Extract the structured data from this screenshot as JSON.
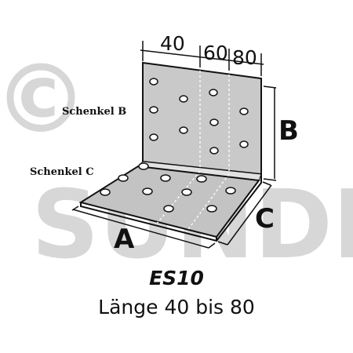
{
  "watermark": {
    "copyright": "©",
    "brand": "SUNDIY"
  },
  "dimensions": {
    "d1": "40",
    "d2": "60",
    "d3": "80"
  },
  "labels": {
    "a": "A",
    "b": "B",
    "c": "C",
    "schenkel_b": "Schenkel B",
    "schenkel_c": "Schenkel C"
  },
  "product": {
    "model": "ES10",
    "subtitle": "Länge 40 bis 80"
  },
  "colors": {
    "metal": "#c7c7c7",
    "metal_light": "#dcdcdc",
    "outline": "#111111",
    "watermark": "#d7d7d7"
  }
}
